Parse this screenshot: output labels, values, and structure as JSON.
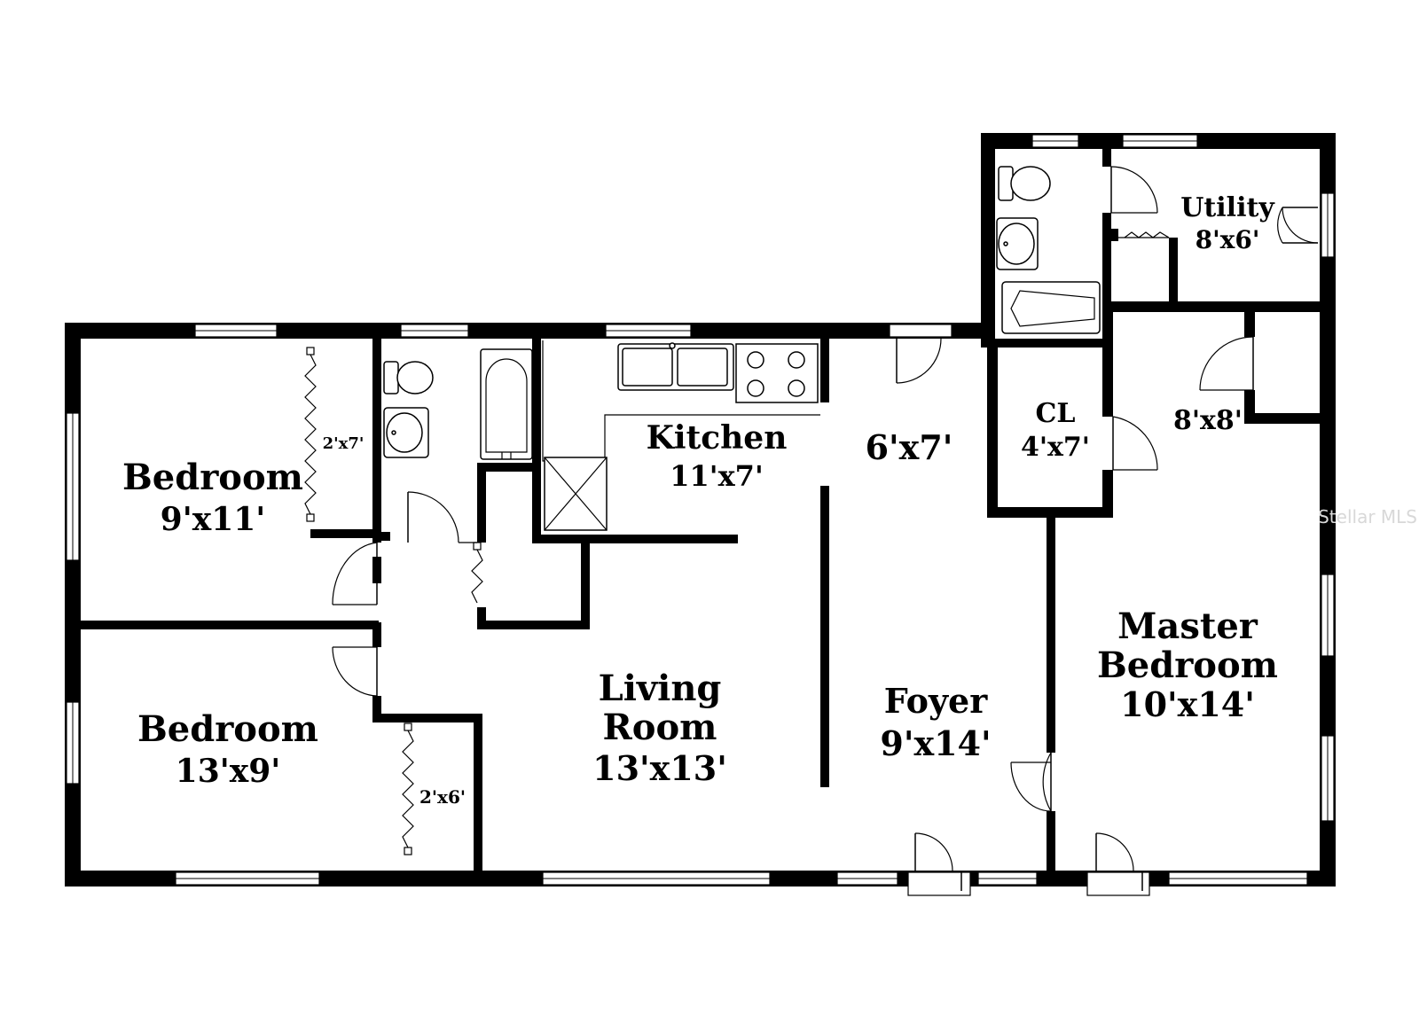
{
  "rooms": {
    "bedroom_left_top": {
      "name": "Bedroom",
      "size": "9'x11'"
    },
    "bedroom_left_bottom": {
      "name": "Bedroom",
      "size": "13'x9'"
    },
    "kitchen": {
      "name": "Kitchen",
      "size": "11'x7'"
    },
    "living_room": {
      "name_line1": "Living",
      "name_line2": "Room",
      "size": "13'x13'"
    },
    "entry_nook": {
      "size": "6'x7'"
    },
    "foyer": {
      "name": "Foyer",
      "size": "9'x14'"
    },
    "closet": {
      "name": "CL",
      "size": "4'x7'"
    },
    "master_closet": {
      "size": "8'x8'"
    },
    "utility": {
      "name": "Utility",
      "size": "8'x6'"
    },
    "master_bedroom": {
      "name_line1": "Master",
      "name_line2": "Bedroom",
      "size": "10'x14'"
    }
  },
  "closets": {
    "top_bedroom_closet": "2'x7'",
    "bottom_bedroom_closet": "2'x6'"
  },
  "watermark": "Stellar MLS"
}
